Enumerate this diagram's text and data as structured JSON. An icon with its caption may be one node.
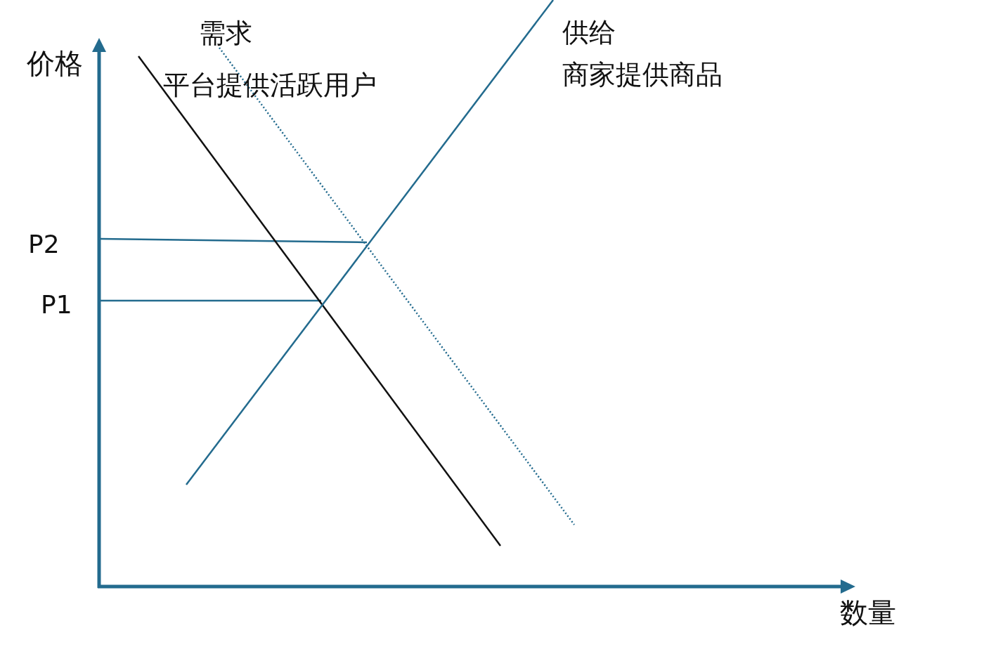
{
  "diagram": {
    "labels": [
      "价格",
      "需求",
      "平台提供活跃用户",
      "供给",
      "商家提供商品",
      "P2",
      "P1",
      "数量"
    ]
  }
}
